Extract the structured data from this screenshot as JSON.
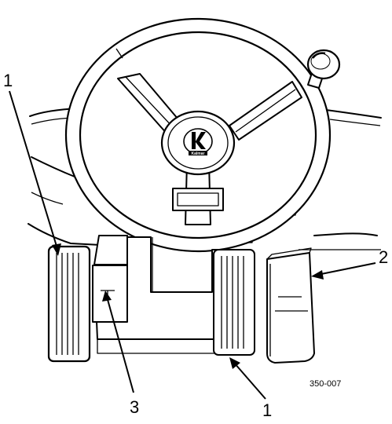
{
  "diagram": {
    "callouts": [
      {
        "id": "1",
        "label": "1"
      },
      {
        "id": "2",
        "label": "2"
      },
      {
        "id": "3",
        "label": "3"
      },
      {
        "id": "1b",
        "label": "1"
      }
    ],
    "figure_code": "350-007",
    "steering_hub_logo_text": "Kalmar",
    "icons": [
      "steering-wheel-icon",
      "accelerator-pedal-icon",
      "brake-pedal-icon",
      "inching-pedal-icon",
      "dashboard-icon",
      "kalmar-logo-icon"
    ]
  }
}
